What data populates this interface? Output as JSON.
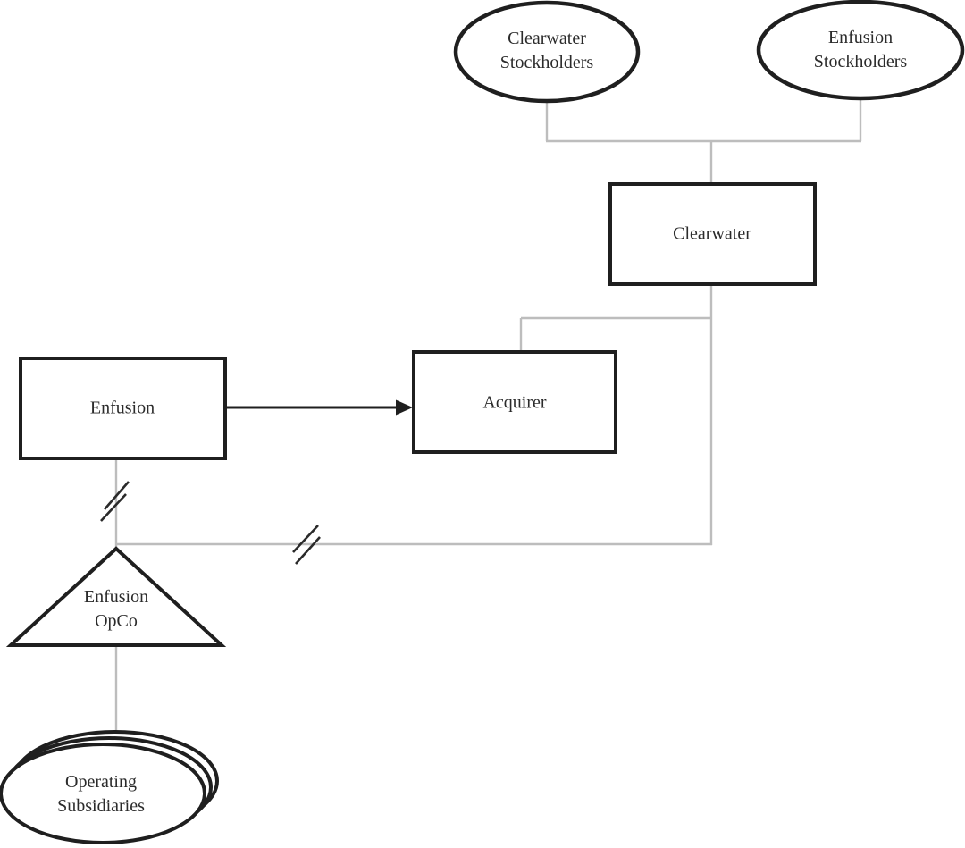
{
  "diagram": {
    "background": "#ffffff",
    "colors": {
      "shape_stroke": "#1f1f1f",
      "connector_gray": "#bdbdbd",
      "arrow_black": "#1f1f1f",
      "hash_mark": "#2a2a2a",
      "text": "#2b2b2b"
    },
    "nodes": {
      "clearwater_stockholders": {
        "shape": "ellipse",
        "label": "Clearwater\nStockholders"
      },
      "enfusion_stockholders": {
        "shape": "ellipse",
        "label": "Enfusion\nStockholders"
      },
      "clearwater": {
        "shape": "rectangle",
        "label": "Clearwater"
      },
      "acquirer": {
        "shape": "rectangle",
        "label": "Acquirer"
      },
      "enfusion": {
        "shape": "rectangle",
        "label": "Enfusion"
      },
      "enfusion_opco": {
        "shape": "triangle",
        "label": "Enfusion\nOpCo"
      },
      "operating_subsidiaries": {
        "shape": "stacked-ellipses",
        "label": "Operating\nSubsidiaries"
      }
    },
    "edges": [
      {
        "from": "clearwater_stockholders",
        "to": "clearwater",
        "style": "gray-line"
      },
      {
        "from": "enfusion_stockholders",
        "to": "clearwater",
        "style": "gray-line"
      },
      {
        "from": "clearwater",
        "to": "acquirer",
        "style": "gray-line"
      },
      {
        "from": "enfusion",
        "to": "acquirer",
        "style": "black-arrow"
      },
      {
        "from": "enfusion",
        "to": "enfusion_opco",
        "style": "gray-line-severed"
      },
      {
        "from": "clearwater",
        "to": "enfusion_opco",
        "style": "gray-line-severed"
      },
      {
        "from": "enfusion_opco",
        "to": "operating_subsidiaries",
        "style": "gray-line"
      }
    ]
  }
}
